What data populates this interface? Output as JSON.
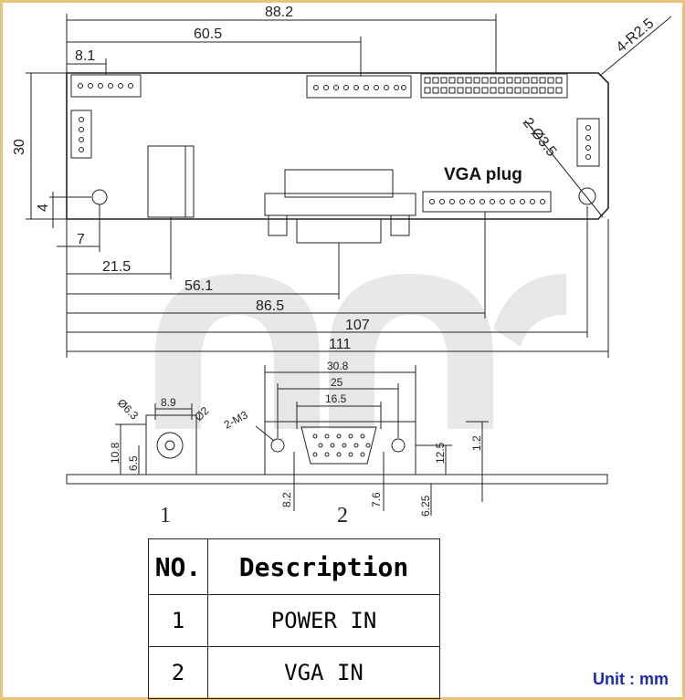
{
  "labels": {
    "vga_plug": "VGA plug",
    "unit": "Unit : mm"
  },
  "dims": {
    "w88_2": "88.2",
    "w60_5": "60.5",
    "w8_1": "8.1",
    "h30": "30",
    "h4": "4",
    "w7": "7",
    "w21_5": "21.5",
    "w56_1": "56.1",
    "w86_5": "86.5",
    "w107": "107",
    "w111": "111",
    "r2_5": "4-R2.5",
    "d3_5": "2-Ø3.5",
    "w30_8": "30.8",
    "w25": "25",
    "w16_5": "16.5",
    "m3": "2-M3",
    "d6_3": "Ø6.3",
    "w8_9": "8.9",
    "d2": "Ø2",
    "h10_8": "10.8",
    "h6_5": "6.5",
    "h12_5": "12.5",
    "h1_2": "1.2",
    "h8_2": "8.2",
    "h7_6": "7.6",
    "h6_25": "6.25"
  },
  "views": {
    "view1": "1",
    "view2": "2"
  },
  "table": {
    "headers": [
      "NO.",
      "Description"
    ],
    "rows": [
      {
        "no": "1",
        "desc": "POWER IN"
      },
      {
        "no": "2",
        "desc": "VGA IN"
      }
    ]
  }
}
